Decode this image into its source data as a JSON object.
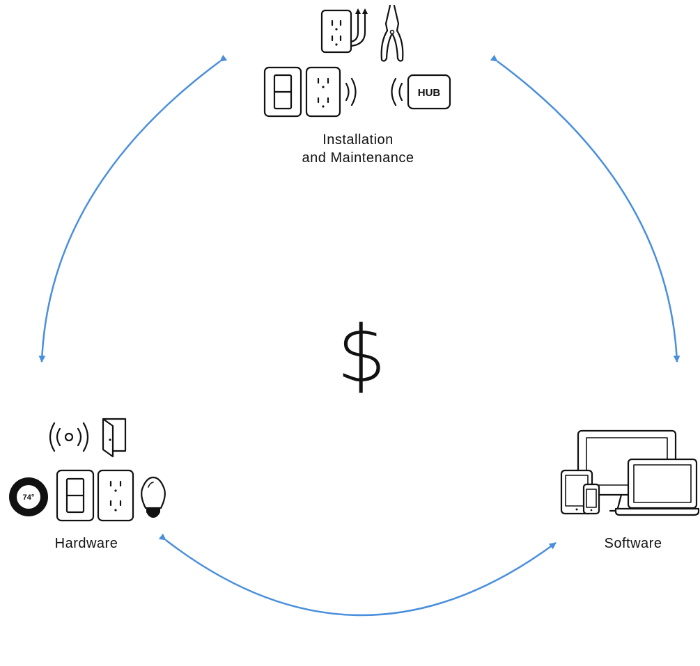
{
  "accent_color": "#4a8fdb",
  "center": {
    "symbol": "$"
  },
  "nodes": {
    "installation": {
      "label_line1": "Installation",
      "label_line2": "and Maintenance",
      "icons": [
        "outlet-icon",
        "pliers-icon",
        "light-switch-icon",
        "outlet-icon",
        "wireless-signal-icon",
        "hub-icon"
      ],
      "hub_label": "HUB"
    },
    "hardware": {
      "label": "Hardware",
      "icons": [
        "wireless-sensor-icon",
        "door-icon",
        "thermostat-icon",
        "light-switch-icon",
        "outlet-icon",
        "light-bulb-icon"
      ],
      "thermostat_reading": "74°"
    },
    "software": {
      "label": "Software",
      "icons": [
        "desktop-monitor-icon",
        "tablet-icon",
        "smartphone-icon",
        "laptop-icon"
      ]
    }
  },
  "arrows": [
    {
      "from": "installation",
      "to": "hardware",
      "bidirectional": true
    },
    {
      "from": "installation",
      "to": "software",
      "bidirectional": true
    },
    {
      "from": "hardware",
      "to": "software",
      "bidirectional": true
    }
  ]
}
